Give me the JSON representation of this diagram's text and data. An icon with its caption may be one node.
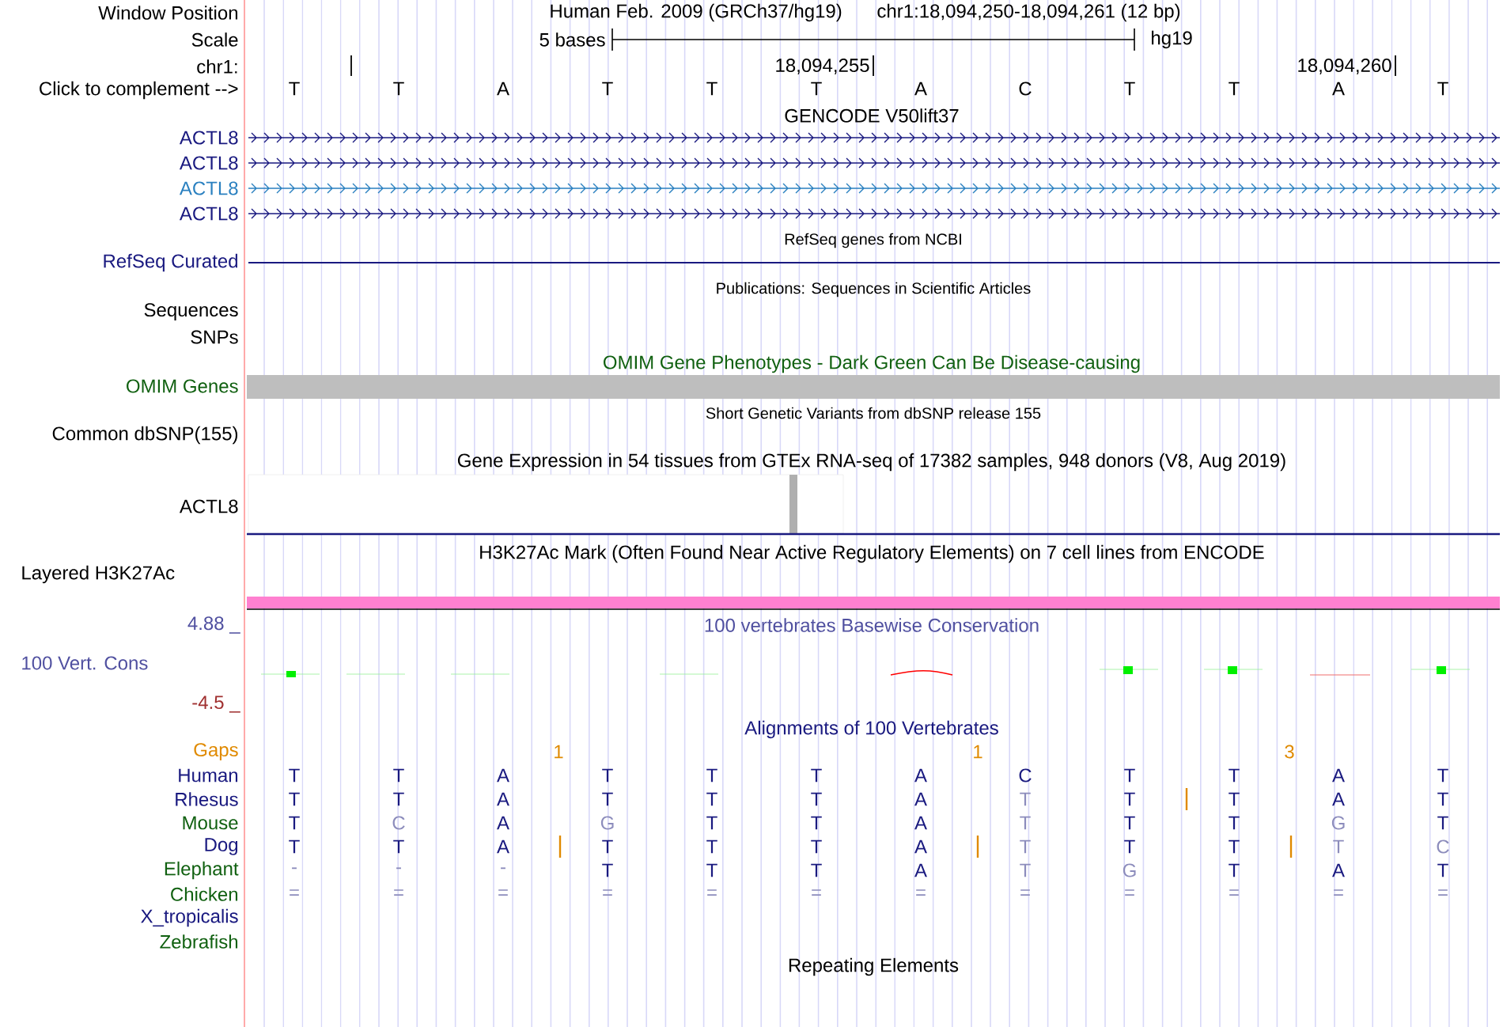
{
  "diagram": {
    "labels": [
      "Window Position",
      "Human Feb. 2009 (GRCh37/hg19)",
      "chr1:18,094,250-18,094,261 (12 bp)",
      "Scale",
      "5 bases",
      "hg19",
      "chr1:",
      "18,094,255",
      "18,094,260",
      "Click to complement -->",
      "T",
      "T",
      "A",
      "T",
      "T",
      "T",
      "A",
      "C",
      "T",
      "T",
      "A",
      "T",
      "GENCODE V50lift37",
      "ACTL8",
      "ACTL8",
      "ACTL8",
      "ACTL8",
      "RefSeq genes from NCBI",
      "RefSeq Curated",
      "Publications: Sequences in Scientific Articles",
      "Sequences",
      "SNPs",
      "OMIM Gene Phenotypes - Dark Green Can Be Disease-causing",
      "OMIM Genes",
      "Short Genetic Variants from dbSNP release 155",
      "Common dbSNP(155)",
      "Gene Expression in 54 tissues from GTEx RNA-seq of 17382 samples, 948 donors (V8, Aug 2019)",
      "ACTL8",
      "H3K27Ac Mark (Often Found Near Active Regulatory Elements) on 7 cell lines from ENCODE",
      "Layered H3K27Ac",
      "4.88 _",
      "100 vertebrates Basewise Conservation",
      "100 Vert. Cons",
      "-4.5 _",
      "Alignments of 100 Vertebrates",
      "Gaps",
      "1",
      "1",
      "3",
      "Human",
      "T",
      "T",
      "A",
      "T",
      "T",
      "T",
      "A",
      "C",
      "T",
      "T",
      "A",
      "T",
      "Rhesus",
      "T",
      "T",
      "A",
      "T",
      "T",
      "T",
      "A",
      "T",
      "T",
      "T",
      "A",
      "T",
      "Mouse",
      "T",
      "C",
      "A",
      "G",
      "T",
      "T",
      "A",
      "T",
      "T",
      "T",
      "G",
      "T",
      "Dog",
      "T",
      "T",
      "A",
      "T",
      "T",
      "T",
      "A",
      "T",
      "T",
      "T",
      "T",
      "C",
      "Elephant",
      "-",
      "-",
      "-",
      "T",
      "T",
      "T",
      "A",
      "T",
      "G",
      "T",
      "A",
      "T",
      "Chicken",
      "=",
      "=",
      "=",
      "=",
      "=",
      "=",
      "=",
      "=",
      "=",
      "=",
      "=",
      "=",
      "X_tropicalis",
      "Zebrafish",
      "Repeating Elements"
    ]
  }
}
